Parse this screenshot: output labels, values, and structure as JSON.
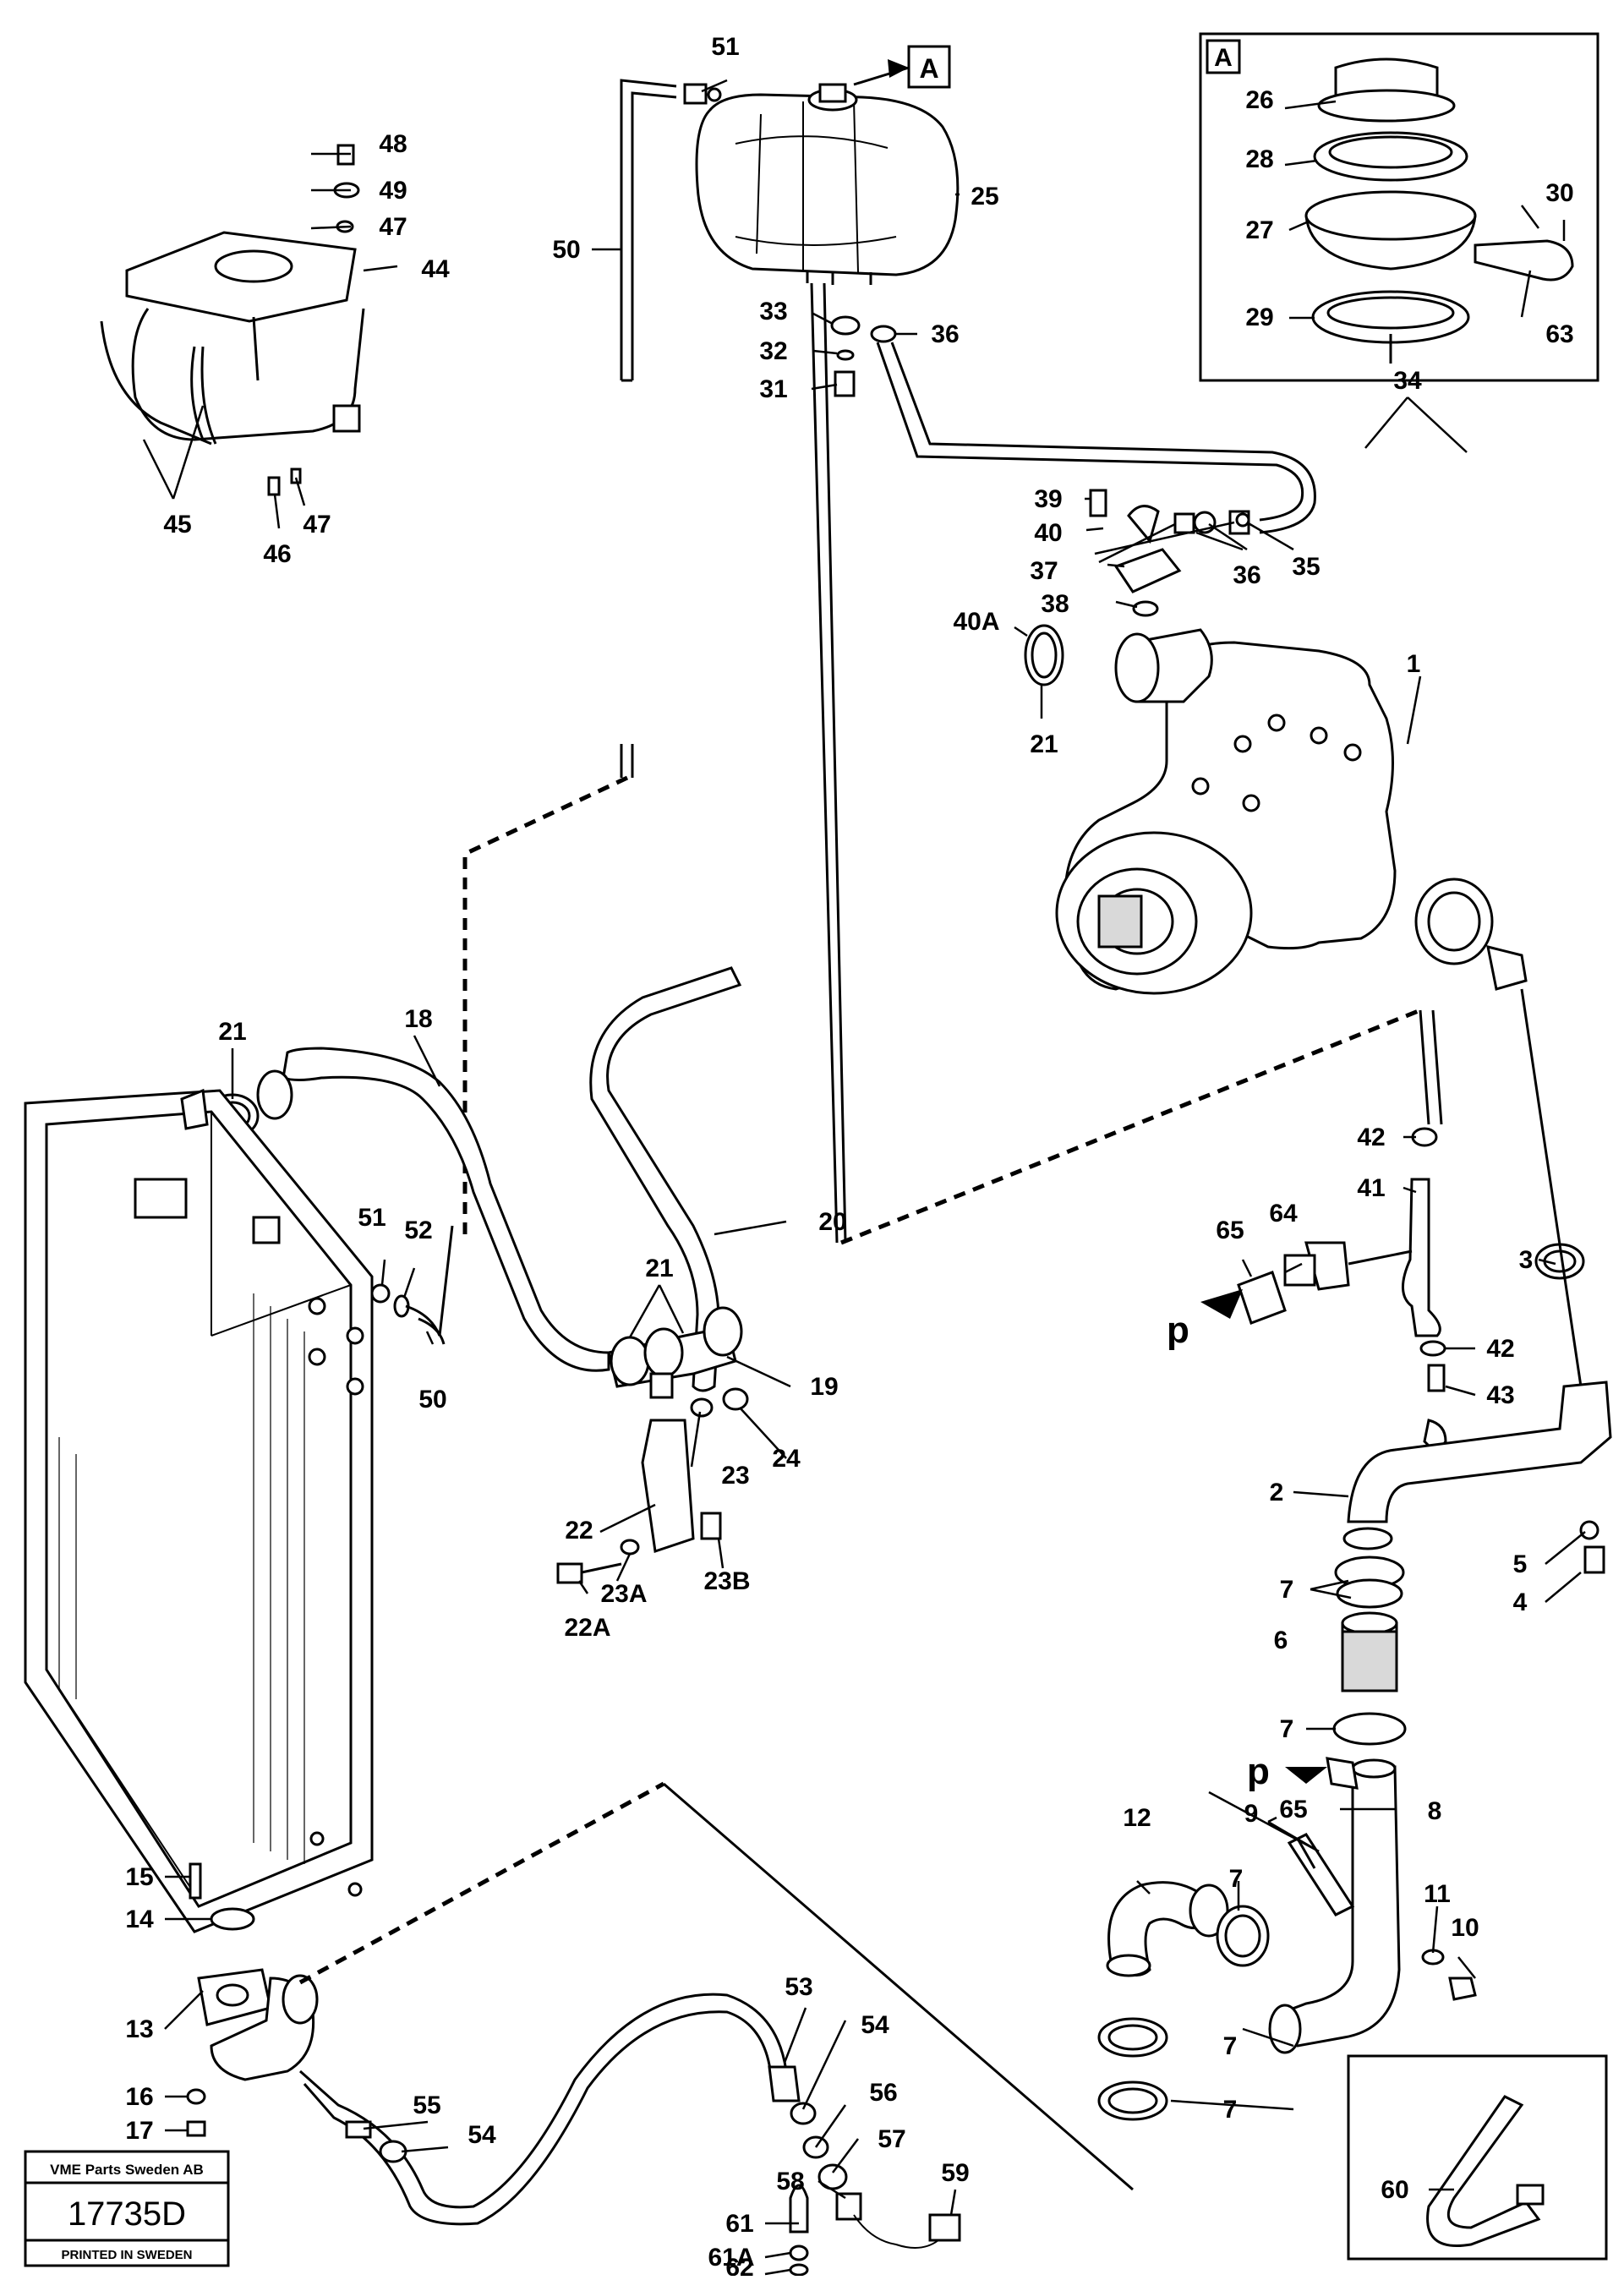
{
  "diagram": {
    "callouts": [
      "1",
      "2",
      "3",
      "4",
      "5",
      "6",
      "7",
      "7",
      "7",
      "7",
      "7",
      "8",
      "9",
      "10",
      "11",
      "12",
      "13",
      "14",
      "15",
      "16",
      "17",
      "18",
      "19",
      "20",
      "21",
      "21",
      "21",
      "22",
      "22A",
      "23",
      "23A",
      "23B",
      "24",
      "25",
      "26",
      "27",
      "28",
      "29",
      "30",
      "31",
      "32",
      "33",
      "34",
      "35",
      "36",
      "36",
      "37",
      "38",
      "39",
      "40",
      "40A",
      "41",
      "42",
      "42",
      "43",
      "44",
      "45",
      "46",
      "47",
      "47",
      "48",
      "49",
      "50",
      "50",
      "51",
      "51",
      "52",
      "53",
      "54",
      "54",
      "55",
      "56",
      "57",
      "58",
      "59",
      "60",
      "61",
      "61A",
      "62",
      "63",
      "64",
      "65",
      "65"
    ],
    "box_a_label": "A",
    "box_a_ref": "A",
    "pressure_marks": [
      "p",
      "p"
    ],
    "stamp": {
      "company": "VME Parts Sweden AB",
      "number": "17735D",
      "printed": "PRINTED IN SWEDEN"
    }
  }
}
